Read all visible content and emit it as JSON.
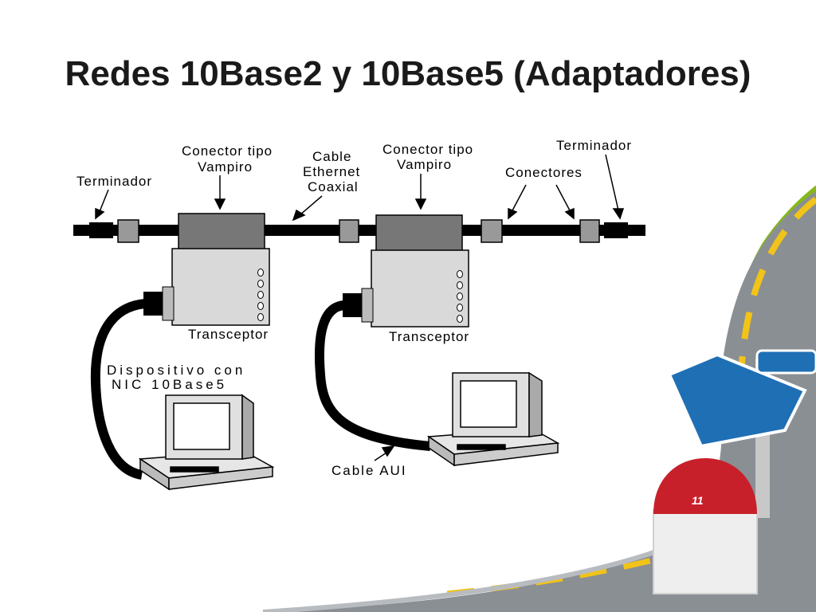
{
  "slide": {
    "title": "Redes 10Base2 y 10Base5 (Adaptadores)",
    "page_number": "11"
  },
  "diagram": {
    "labels": {
      "terminador_left": "Terminador",
      "conector_vampiro_1": [
        "Conector tipo",
        "Vampiro"
      ],
      "cable_coaxial": [
        "Cable",
        "Ethernet",
        "Coaxial"
      ],
      "conector_vampiro_2": [
        "Conector tipo",
        "Vampiro"
      ],
      "terminador_right": "Terminador",
      "conectores": "Conectores",
      "transceptor_1": "Transceptor",
      "transceptor_2": "Transceptor",
      "dispositivo": [
        "Dispositivo con",
        "NIC 10Base5"
      ],
      "cable_aui": "Cable AUI"
    }
  },
  "colors": {
    "road": "#8a8f94",
    "road_stripe": "#f2c318",
    "grass": "#86b817",
    "sign": "#1f6fb5",
    "milestone_top": "#c8202a"
  }
}
